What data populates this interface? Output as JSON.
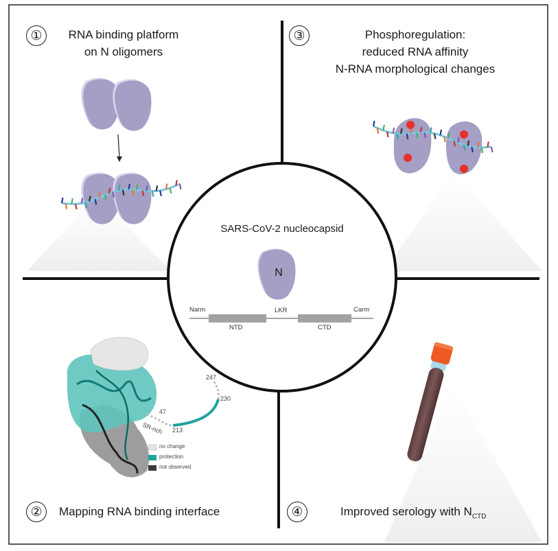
{
  "center": {
    "title": "SARS-CoV-2 nucleocapsid",
    "protein_label": "N",
    "domains": {
      "narm": "Narm",
      "ntd": "NTD",
      "lkr": "LKR",
      "ctd": "CTD",
      "carm": "Carm"
    }
  },
  "q1": {
    "number": "①",
    "line1": "RNA binding platform",
    "line2": "on N oligomers"
  },
  "q2": {
    "number": "②",
    "title": "Mapping RNA binding interface",
    "residue_labels": {
      "r247": "247",
      "r230": "230",
      "r47": "47",
      "r213": "213",
      "sr_rich": "SR-rich"
    },
    "legend": [
      {
        "label": "no change",
        "color": "#e4e4e4"
      },
      {
        "label": "protection",
        "color": "#1fa39a"
      },
      {
        "label": "not observed",
        "color": "#3a3a3a"
      }
    ]
  },
  "q3": {
    "number": "③",
    "line1": "Phosphoregulation:",
    "line2": "reduced RNA affinity",
    "line3": "N-RNA morphological changes"
  },
  "q4": {
    "number": "④",
    "title_main": "Improved serology with N",
    "title_sub": "CTD"
  },
  "colors": {
    "protein_fill": "#a59ec5",
    "protein_edge": "#d9d5ea",
    "rna": "#7fc4e0",
    "phospho": "#e8302a",
    "teal": "#1fa39a",
    "tube_cap": "#ee5a24",
    "tube_body": "#6b4848"
  }
}
